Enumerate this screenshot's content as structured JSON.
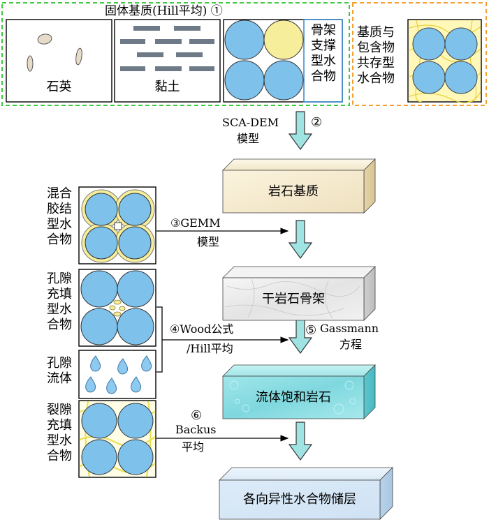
{
  "header": {
    "title": "固体基质(Hill平均) ①"
  },
  "solid_parts": {
    "quartz": "石英",
    "clay": "黏土",
    "framework_hydrate": "骨架支撑型水合物",
    "coexist_hydrate": "基质与包含物共存型水合物"
  },
  "left_column": {
    "cement_hydrate": "混合胶结型水合物",
    "pore_fill_hydrate": "孔隙充填型水合物",
    "pore_fluid": "孔隙流体",
    "fracture_fill_hydrate": "裂隙充填型水合物"
  },
  "steps": {
    "step2_line1": "SCA-DEM",
    "step2_num": "②",
    "step2_line2": "模型",
    "step3_line1": "③GEMM",
    "step3_line2": "模型",
    "step4_line1": "④Wood公式",
    "step4_line2": "/Hill平均",
    "step5_num": "⑤",
    "step5_line1": "Gassmann",
    "step5_line2": "方程",
    "step6_num": "⑥",
    "step6_line1": "Backus",
    "step6_line2": "平均"
  },
  "blocks": {
    "rock_matrix": "岩石基质",
    "dry_frame": "干岩石骨架",
    "saturated_rock": "流体饱和岩石",
    "anisotropic_reservoir": "各向异性水合物储层"
  },
  "colors": {
    "grain_blue": "#7ec1ea",
    "hydrate_yellow": "#f6ee9b",
    "arrow_cyan": "#9fe3e3",
    "solid_box_border": "#3fc93f",
    "coexist_box_border": "#f5a033",
    "clay_gray": "#6f7a88",
    "framework_box_border": "#3b8ed6"
  }
}
